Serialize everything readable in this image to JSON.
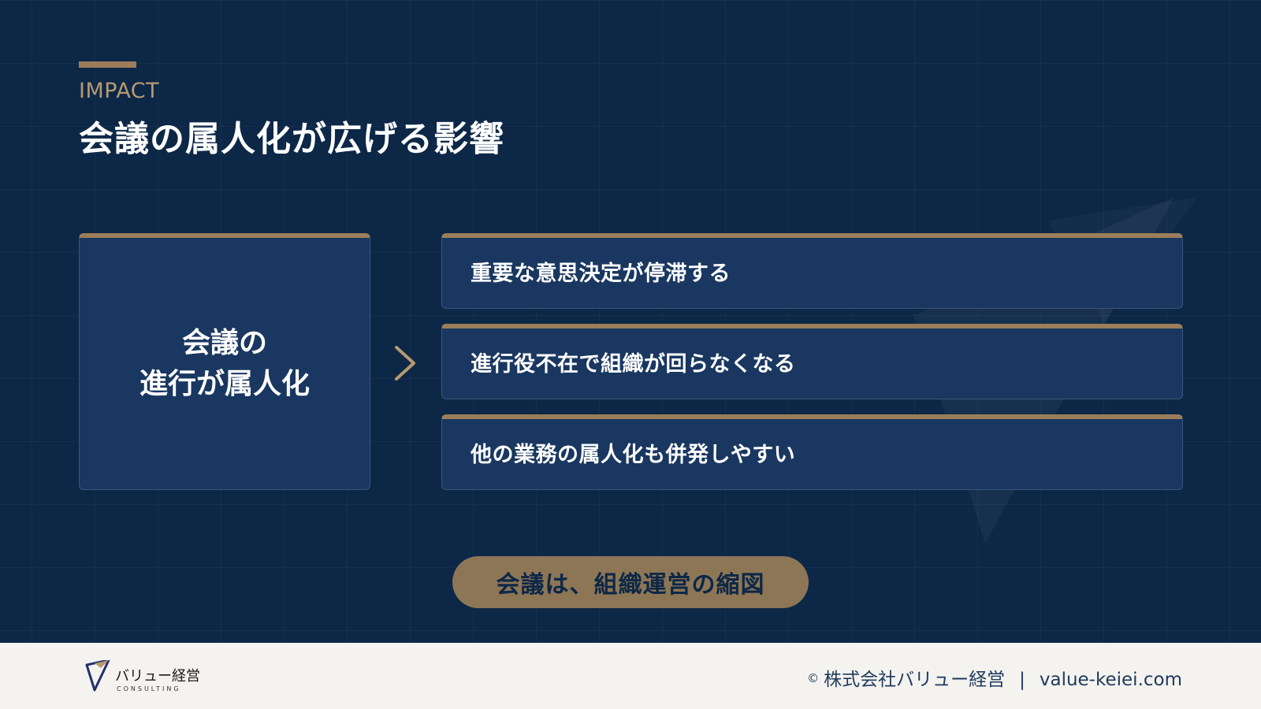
{
  "header": {
    "eyebrow": "IMPACT",
    "title": "会議の属人化が広げる影響"
  },
  "source": {
    "line1": "会議の",
    "line2": "進行が属人化"
  },
  "impacts": [
    {
      "label": "重要な意思決定が停滞する"
    },
    {
      "label": "進行役不在で組織が回らなくなる"
    },
    {
      "label": "他の業務の属人化も併発しやすい"
    }
  ],
  "conclusion": "会議は、組織運営の縮図",
  "footer": {
    "logo_name": "バリュー経営",
    "logo_sub": "CONSULTING",
    "copyright_symbol": "©",
    "company": "株式会社バリュー経営",
    "separator": "|",
    "website": "value-keiei.com"
  },
  "colors": {
    "background": "#0d2747",
    "card": "#193760",
    "accent": "#9b7e59",
    "pill": "#8d7656",
    "footer_bg": "#f4f3f0"
  },
  "icons": {
    "arrow": "chevron-right-icon",
    "logo": "v-logo-icon"
  }
}
